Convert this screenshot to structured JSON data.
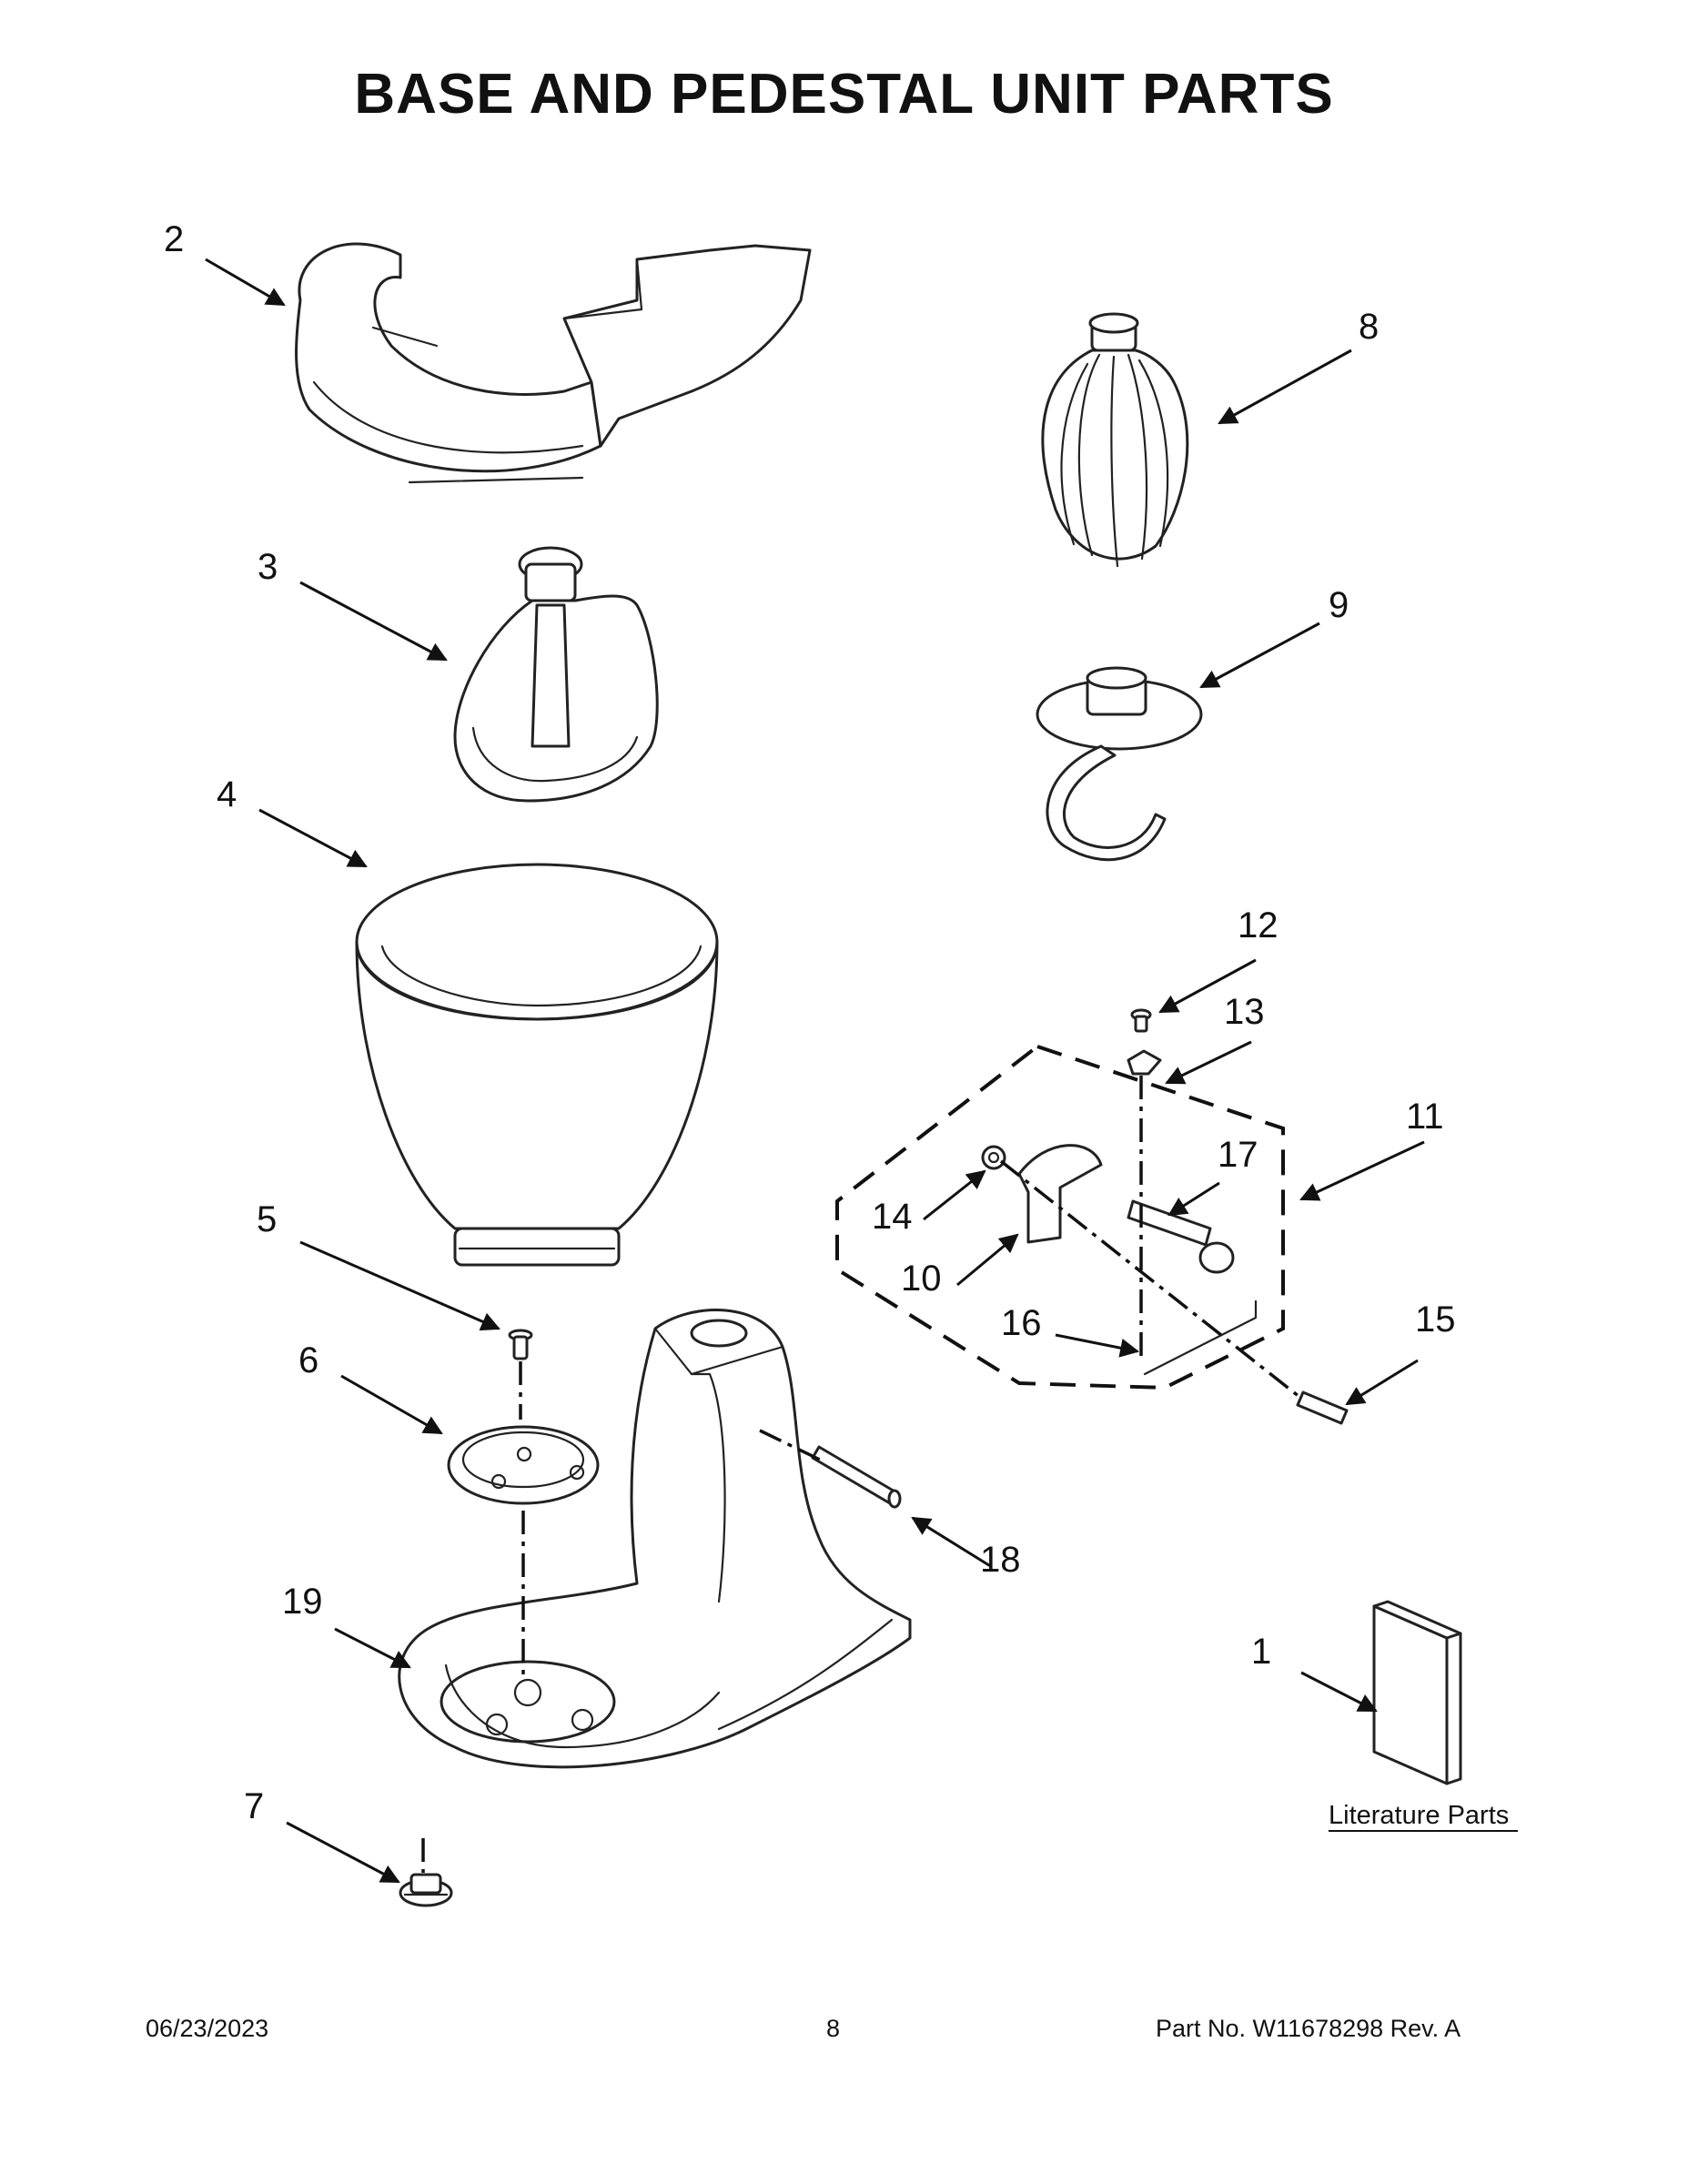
{
  "title": "BASE AND PEDESTAL UNIT PARTS",
  "callouts": [
    "1",
    "2",
    "3",
    "4",
    "5",
    "6",
    "7",
    "8",
    "9",
    "10",
    "11",
    "12",
    "13",
    "14",
    "15",
    "16",
    "17",
    "18",
    "19"
  ],
  "literature_label": "Literature Parts",
  "footer": {
    "date": "06/23/2023",
    "page": "8",
    "part_number": "Part No.  W11678298  Rev.  A"
  }
}
